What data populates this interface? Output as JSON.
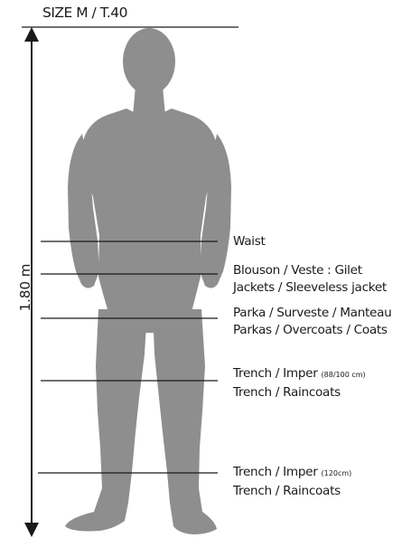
{
  "title": "SIZE M / T.40",
  "height_label": "1.80 m",
  "colors": {
    "silhouette": "#8e8e8e",
    "lines": "#1a1a1a",
    "text": "#1a1a1a"
  },
  "measurement_lines": [
    {
      "label": "Waist"
    },
    {
      "label_line1": "Blouson / Veste : Gilet",
      "label_line2": "Jackets / Sleeveless jacket"
    },
    {
      "label_line1": "Parka / Surveste / Manteau",
      "label_line2": "Parkas / Overcoats / Coats"
    },
    {
      "label_line1": "Trench / Imper ",
      "label_note": "(88/100 cm)",
      "label_line2": "Trench / Raincoats"
    },
    {
      "label_line1": "Trench / Imper ",
      "label_note": "(120cm)",
      "label_line2": "Trench / Raincoats"
    }
  ]
}
